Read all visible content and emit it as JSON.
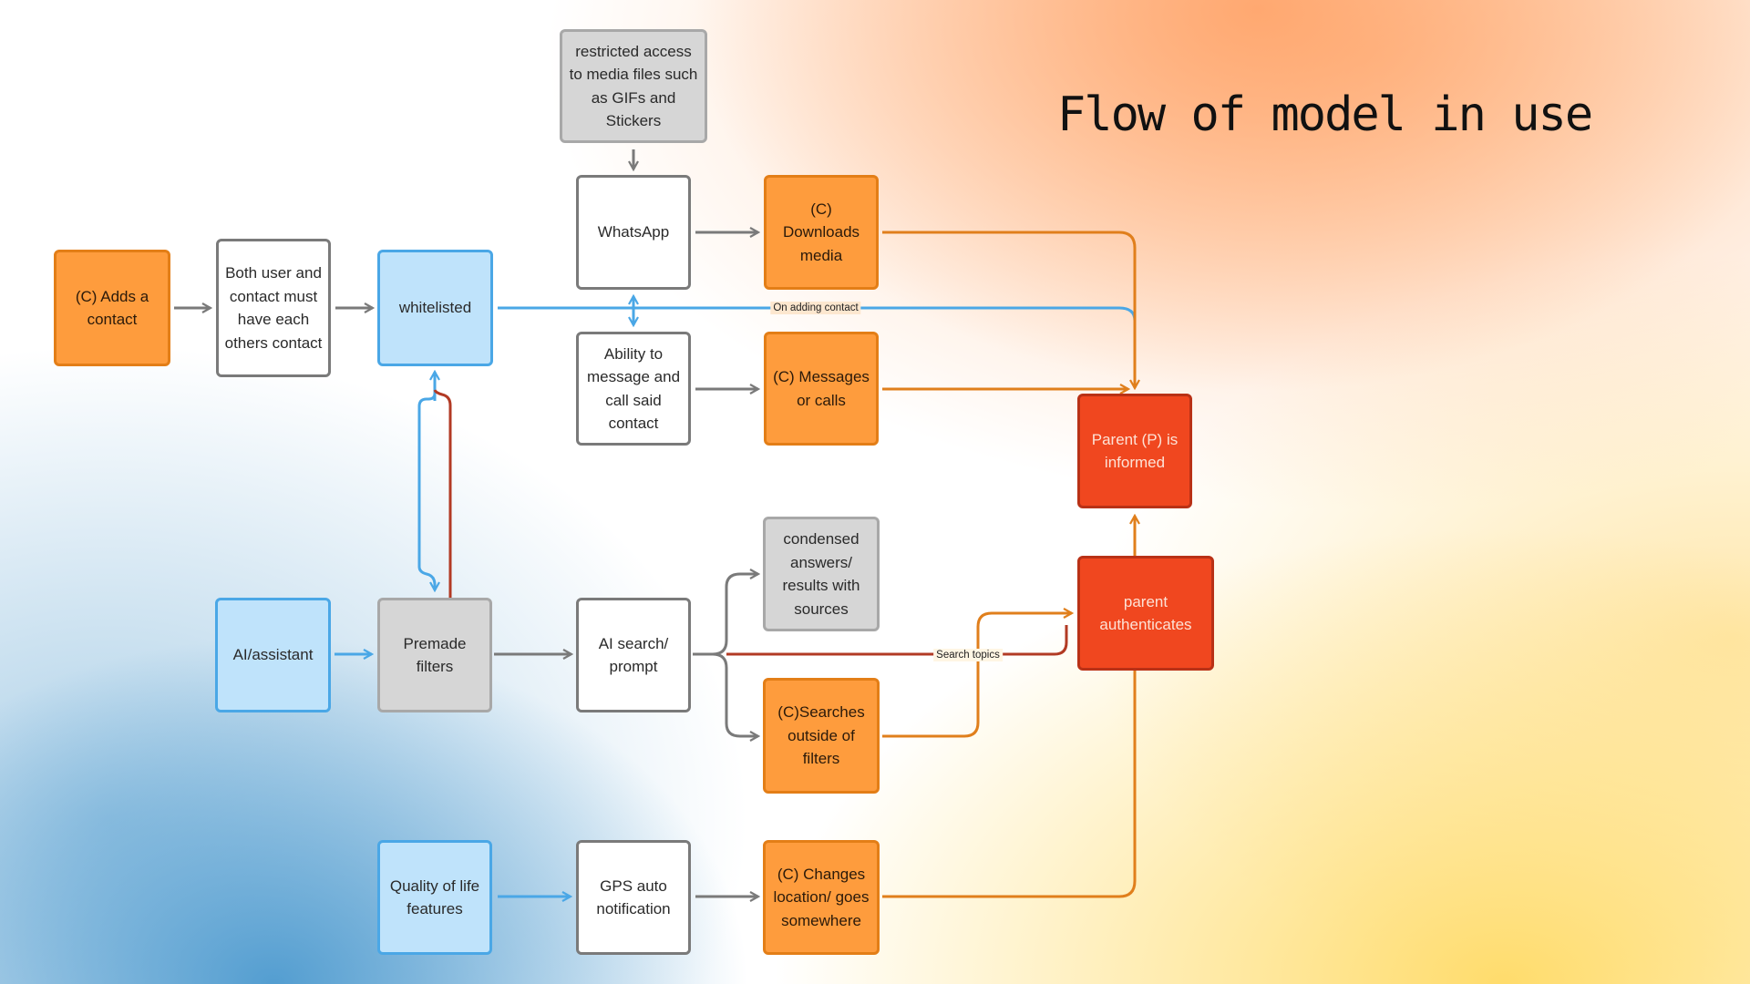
{
  "title": "Flow of model in use",
  "nodes": {
    "adds_contact": "(C) Adds a contact",
    "both_user": "Both user and contact must have each others contact",
    "whitelisted": "whitelisted",
    "restricted_access": "restricted access to media files such as GIFs and Stickers",
    "whatsapp": "WhatsApp",
    "downloads_media": "(C) Downloads media",
    "ability_message": "Ability to message and call said contact",
    "messages_calls": "(C) Messages or calls",
    "parent_informed": "Parent (P) is informed",
    "ai_assistant": "AI/assistant",
    "premade_filters": "Premade filters",
    "ai_search": "AI search/ prompt",
    "condensed_answers": "condensed answers/ results with sources",
    "searches_outside": "(C)Searches outside of filters",
    "parent_authenticates": "parent authenticates",
    "quality_of_life": "Quality of life features",
    "gps_notification": "GPS auto notification",
    "changes_location": "(C) Changes location/ goes somewhere"
  },
  "edge_labels": {
    "on_adding_contact": "On adding contact",
    "search_topics": "Search topics"
  },
  "legend_colors": {
    "child_action": "#fe9c3d",
    "parent": "#f0471f",
    "feature": "#bfe3fb",
    "restriction": "#d6d6d6",
    "neutral": "#ffffff",
    "edge_blue": "#4aa7e6",
    "edge_orange": "#e07f1c",
    "edge_red": "#b23a24",
    "edge_grey": "#7a7a7a"
  }
}
